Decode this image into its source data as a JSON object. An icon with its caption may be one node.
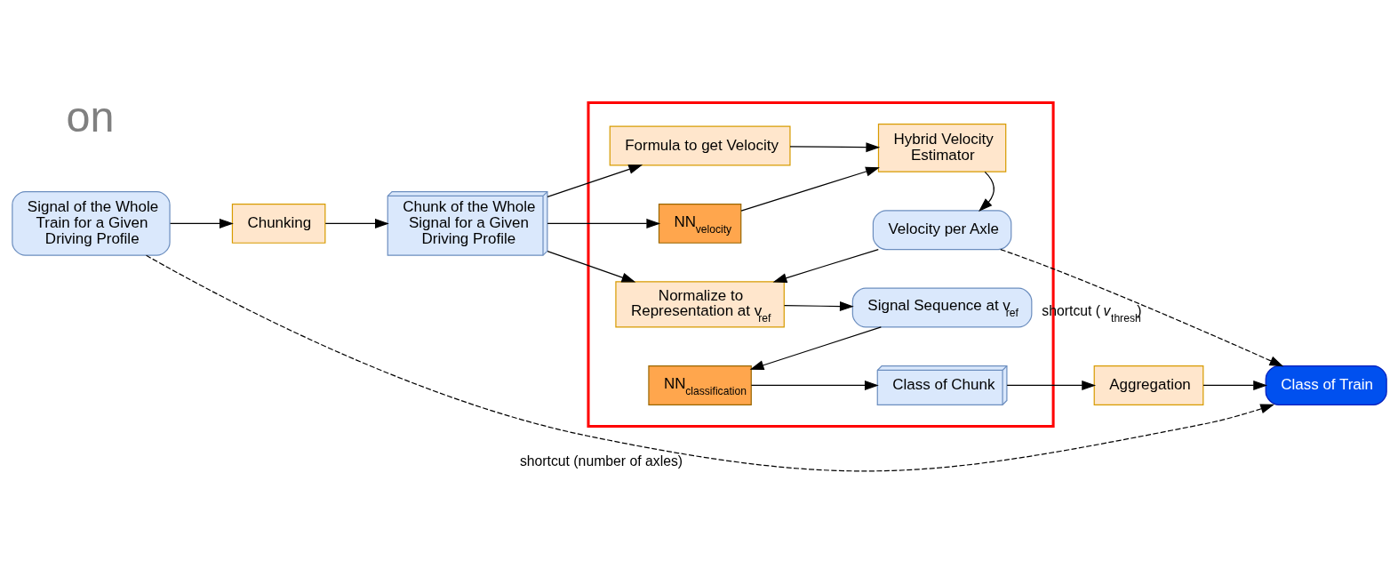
{
  "diagram": {
    "nodes": [
      {
        "text": [],
        "shape": "box"
      },
      {
        "text": [
          "Signal of the Whole Train for a Given Driving Profile"
        ]
      },
      {
        "text": [
          "Chunking"
        ]
      },
      {
        "text": [
          "Chunk of the Whole Signal for a Given Driving Profile"
        ]
      },
      {
        "text": [
          "Formula to get Velocity"
        ],
        "in": 0
      },
      {
        "text": [
          "NN$_{velocity}$"
        ],
        "in": 0
      },
      {
        "text": [
          "Hybrid Velocity Estimator"
        ],
        "in": 0
      },
      {
        "text": [
          "Velocity per Axle"
        ],
        "in": 0
      },
      {
        "text": [
          "Normalize to Representation at v$_{ref}$"
        ],
        "in": 0
      },
      {
        "text": [
          "Signal Sequence at v$_{ref}$"
        ],
        "in": 0
      },
      {
        "text": [
          "NN$_{classification}$"
        ],
        "in": 0
      },
      {
        "text": [
          "Class of Chunk"
        ],
        "in": 0
      },
      {
        "text": [
          "Aggregation"
        ]
      },
      {
        "text": [
          "Class of Train"
        ]
      }
    ],
    "edges": [
      {
        "from": 1,
        "to": 2,
        "arrow": "to"
      },
      {
        "from": 2,
        "to": 3,
        "arrow": "to"
      },
      {
        "from": 3,
        "to": 4,
        "arrow": "to"
      },
      {
        "from": 3,
        "to": 5,
        "arrow": "to"
      },
      {
        "from": 3,
        "to": 8,
        "arrow": "to"
      },
      {
        "from": 4,
        "to": 6,
        "arrow": "to"
      },
      {
        "from": 5,
        "to": 6,
        "arrow": "to"
      },
      {
        "from": 6,
        "to": 7,
        "arrow": "to"
      },
      {
        "from": 7,
        "to": 8,
        "arrow": "to"
      },
      {
        "from": 8,
        "to": 9,
        "arrow": "to"
      },
      {
        "from": 9,
        "to": 10,
        "arrow": "to"
      },
      {
        "from": 10,
        "to": 11,
        "arrow": "to"
      },
      {
        "from": 11,
        "to": 12,
        "arrow": "to"
      },
      {
        "from": 12,
        "to": 13,
        "arrow": "to"
      },
      {
        "from": 1,
        "to": 13,
        "arrow": "to",
        "style": "dashed",
        "label": "shortcut (number of axles)"
      },
      {
        "from": 7,
        "to": 13,
        "arrow": "to",
        "style": "dashed",
        "label": "shortcut (*v*$_{thresh}$)"
      }
    ],
    "labels": [
      "on"
    ]
  }
}
